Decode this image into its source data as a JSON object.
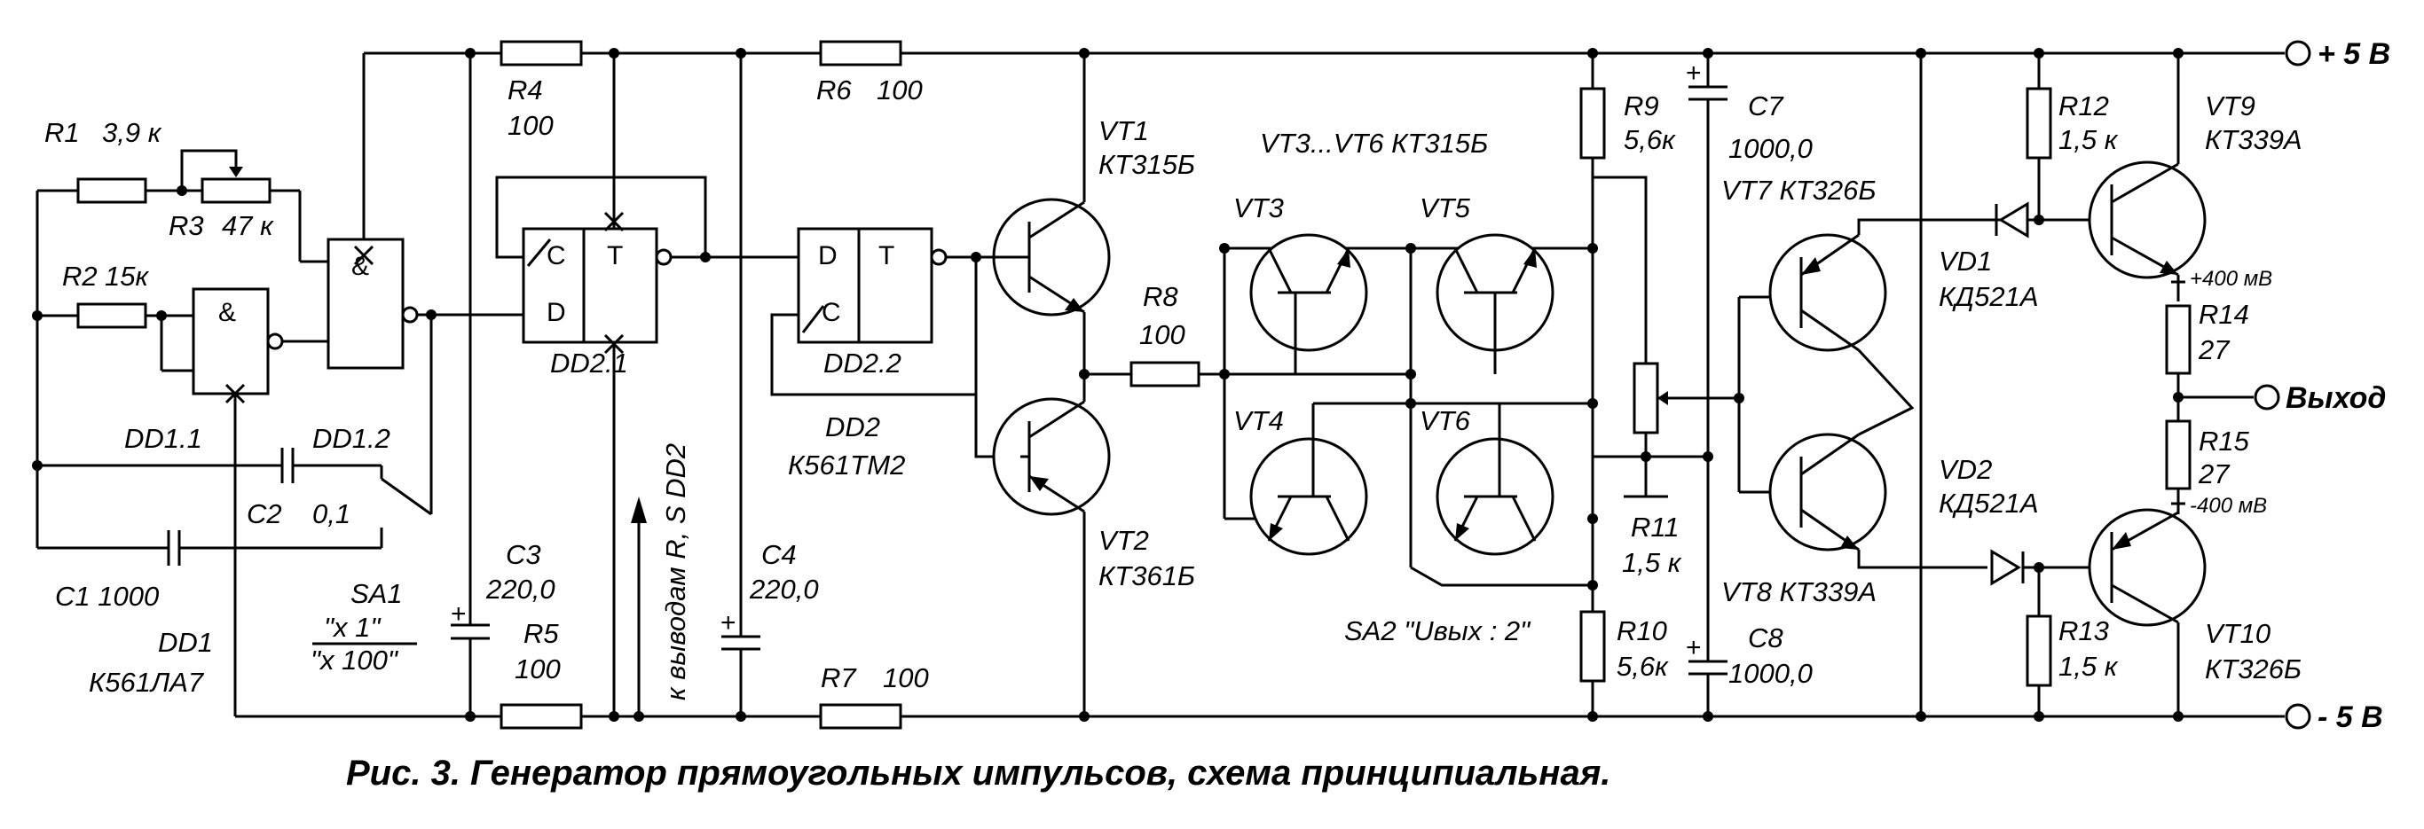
{
  "caption": "Рис. 3. Генератор прямоугольных импульсов, схема принципиальная.",
  "power": {
    "plus": "+ 5 В",
    "minus": "- 5 В",
    "output": "Выход"
  },
  "labels": {
    "r1_ref": "R1",
    "r1_val": "3,9 к",
    "r2_ref": "R2",
    "r2_val": "15к",
    "r3_ref": "R3",
    "r3_val": "47 к",
    "r4_ref": "R4",
    "r4_val": "100",
    "r5_ref": "R5",
    "r5_val": "100",
    "r6_ref": "R6",
    "r6_val": "100",
    "r7_ref": "R7",
    "r7_val": "100",
    "r8_ref": "R8",
    "r8_val": "100",
    "r9_ref": "R9",
    "r9_val": "5,6к",
    "r10_ref": "R10",
    "r10_val": "5,6к",
    "r11_ref": "R11",
    "r11_val": "1,5 к",
    "r12_ref": "R12",
    "r12_val": "1,5 к",
    "r13_ref": "R13",
    "r13_val": "1,5 к",
    "r14_ref": "R14",
    "r14_val": "27",
    "r15_ref": "R15",
    "r15_val": "27",
    "c1": "C1 1000",
    "c2_ref": "C2",
    "c2_val": "0,1",
    "c3_ref": "C3",
    "c3_val": "220,0",
    "c4_ref": "C4",
    "c4_val": "220,0",
    "c7_ref": "C7",
    "c7_val": "1000,0",
    "c8_ref": "C8",
    "c8_val": "1000,0",
    "dd1_1": "DD1.1",
    "dd1_2": "DD1.2",
    "dd1_ref": "DD1",
    "dd1_type": "К561ЛА7",
    "dd2_1": "DD2.1",
    "dd2_2": "DD2.2",
    "dd2_ref": "DD2",
    "dd2_type": "К561ТМ2",
    "and_sym": "&",
    "pin_c": "C",
    "pin_t": "T",
    "pin_d": "D",
    "sa1_ref": "SA1",
    "sa1_pos1": "\"х 1\"",
    "sa1_pos2": "\"х 100\"",
    "sa2": "SA2  \"Uвых : 2\"",
    "rs_note": "к выводам R, S DD2",
    "vt1_ref": "VT1",
    "vt1_type": "КТ315Б",
    "vt2_ref": "VT2",
    "vt2_type": "КТ361Б",
    "vt3_6_group": "VT3...VT6 КТ315Б",
    "vt3": "VT3",
    "vt4": "VT4",
    "vt5": "VT5",
    "vt6": "VT6",
    "vt7": "VT7  КТ326Б",
    "vt8": "VT8  КТ339А",
    "vt9_ref": "VT9",
    "vt9_type": "КТ339А",
    "vt10_ref": "VT10",
    "vt10_type": "КТ326Б",
    "vd1_ref": "VD1",
    "vd1_type": "КД521А",
    "vd2_ref": "VD2",
    "vd2_type": "КД521А",
    "mv_plus": "+400 мВ",
    "mv_minus": "-400 мВ"
  }
}
